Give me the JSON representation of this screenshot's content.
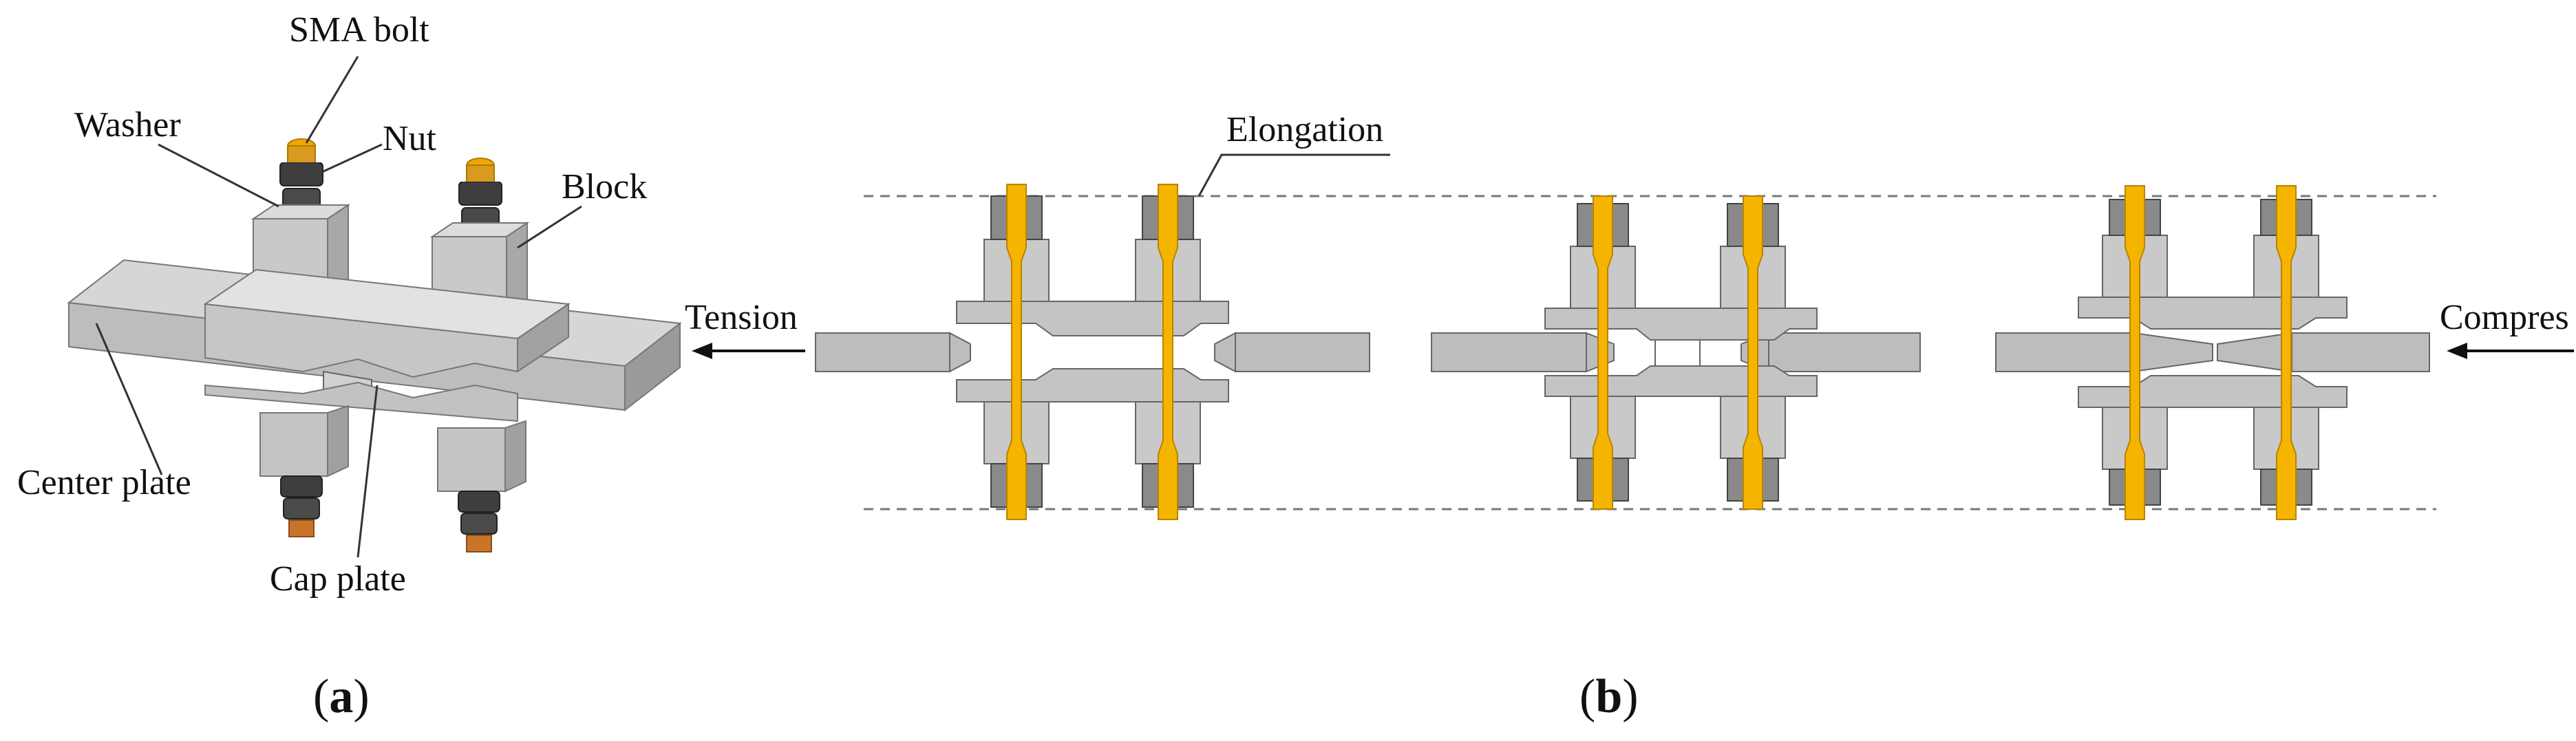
{
  "panel_a": {
    "labels": {
      "sma_bolt": "SMA bolt",
      "washer": "Washer",
      "nut": "Nut",
      "block": "Block",
      "center_plate": "Center plate",
      "cap_plate": "Cap plate"
    },
    "caption": {
      "open": "(",
      "letter": "a",
      "close": ")"
    }
  },
  "panel_b": {
    "labels": {
      "elongation": "Elongation",
      "tension": "Tension",
      "compression": "Compres"
    },
    "caption": {
      "open": "(",
      "letter": "b",
      "close": ")"
    }
  },
  "colors": {
    "bolt": "#f5b400",
    "bolt_edge": "#c48a00",
    "plate_light": "#cfcfcf",
    "plate_mid": "#b4b4b4",
    "plate_dark": "#8f8f8f",
    "nut": "#3c3c3c",
    "copper": "#c8752a"
  }
}
